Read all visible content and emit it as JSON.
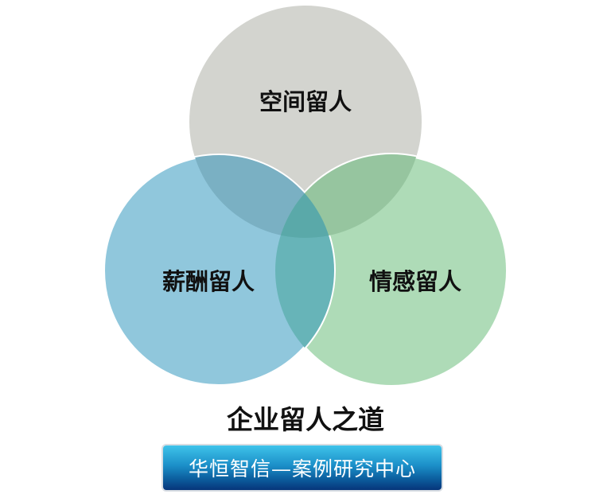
{
  "circles": [
    {
      "label": "空间留人",
      "color": "#d3d4cf"
    },
    {
      "label": "薪酬留人",
      "color": "#90c7dc"
    },
    {
      "label": "情感留人",
      "color": "#aedbb7"
    }
  ],
  "overlap_colors": {
    "space_salary": "#7ab0c3",
    "space_emotion": "#96c59f",
    "salary_emotion": "#67b4b8",
    "all": "#5aa9a9"
  },
  "title": "企业留人之道",
  "banner": "华恒智信—案例研究中心"
}
